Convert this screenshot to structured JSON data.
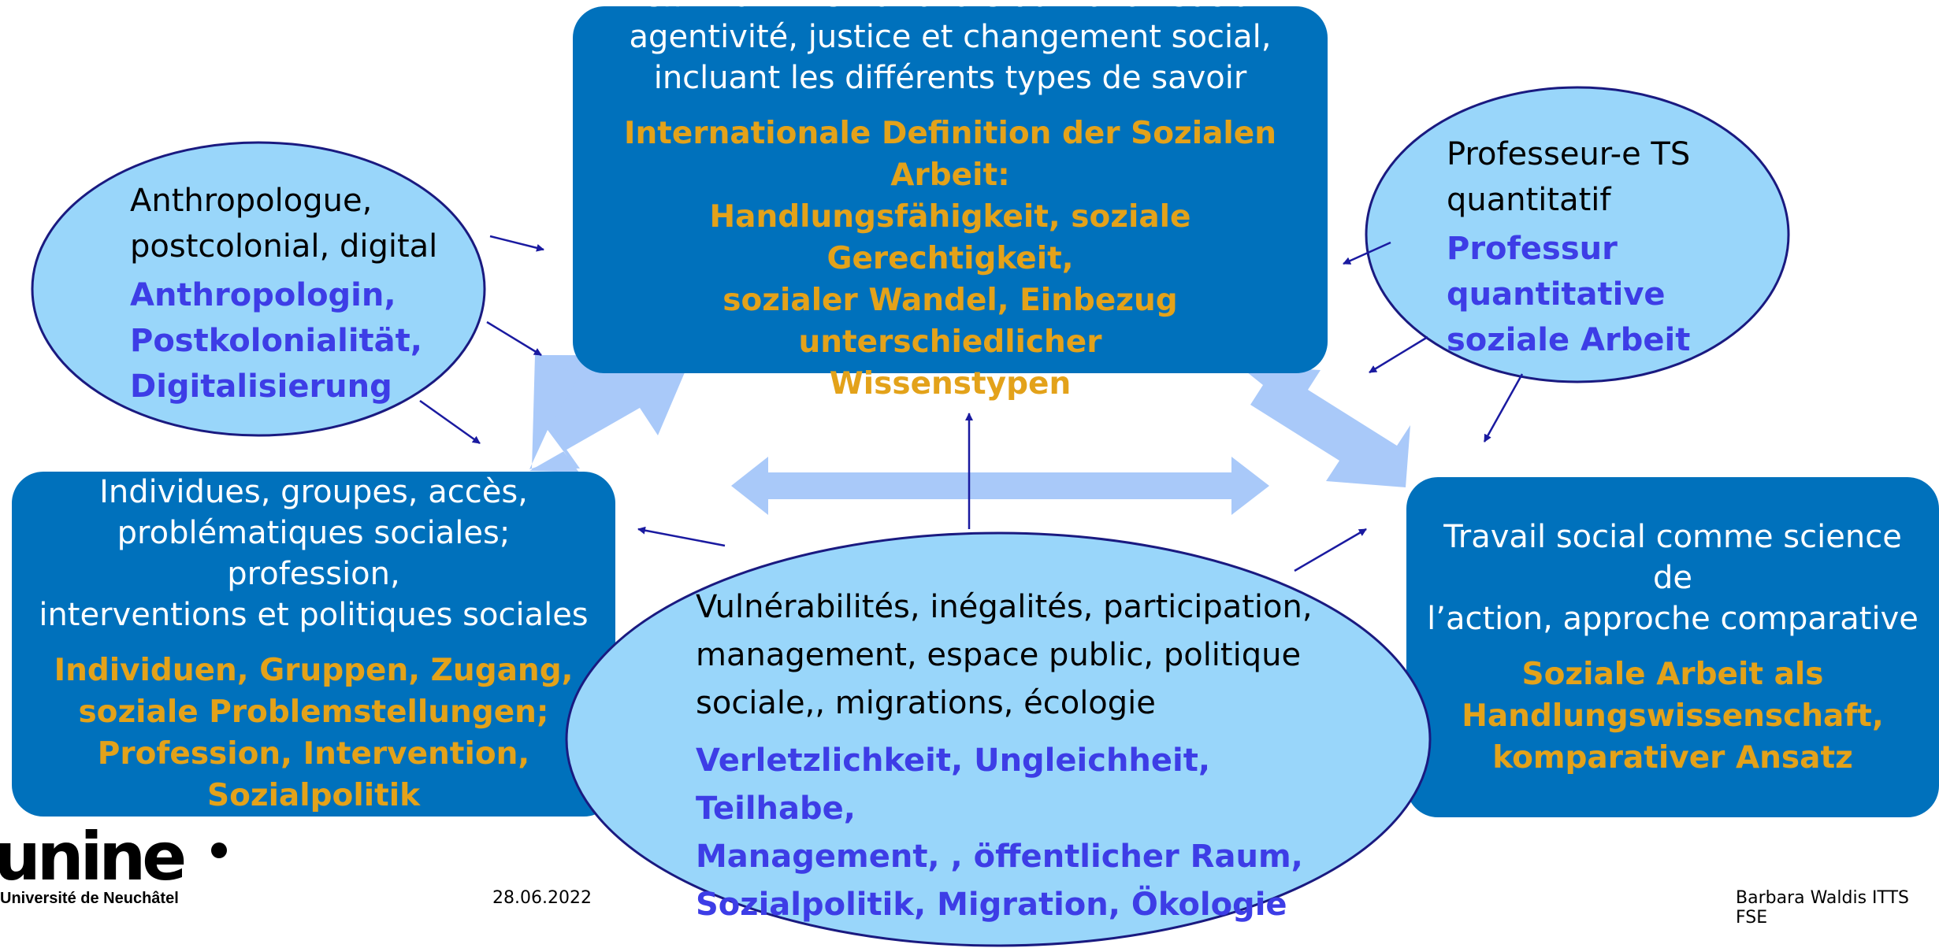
{
  "top_box": {
    "fr": [
      "Définition internationale du travail social :",
      "agentivité, justice et changement social,",
      "incluant les différents types de savoir"
    ],
    "de": [
      "Internationale Definition der Sozialen Arbeit:",
      "Handlungsfähigkeit, soziale Gerechtigkeit,",
      "sozialer Wandel, Einbezug unterschiedlicher",
      "Wissenstypen"
    ]
  },
  "left_box": {
    "fr": [
      "Individues, groupes, accès,",
      "problématiques sociales; profession,",
      "interventions et politiques sociales"
    ],
    "de": [
      "Individuen, Gruppen, Zugang,",
      "soziale Problemstellungen;",
      "Profession, Intervention,",
      "Sozialpolitik"
    ]
  },
  "right_box": {
    "fr": [
      "Travail social comme science de",
      "l’action, approche comparative"
    ],
    "de": [
      "Soziale Arbeit als",
      "Handlungswissenschaft,",
      "komparativer Ansatz"
    ]
  },
  "left_ellipse": {
    "fr": [
      "Anthropologue,",
      "postcolonial, digital"
    ],
    "de": [
      "Anthropologin,",
      "Postkolonialität,",
      "Digitalisierung"
    ]
  },
  "right_ellipse": {
    "fr": [
      "Professeur-e TS",
      "quantitatif"
    ],
    "de": [
      "Professur",
      "quantitative",
      "soziale Arbeit"
    ]
  },
  "center_ellipse": {
    "fr": [
      "Vulnérabilités, inégalités, participation,",
      "management, espace public, politique",
      "sociale,, migrations, écologie"
    ],
    "de": [
      "Verletzlichkeit, Ungleichheit, Teilhabe,",
      "Management, , öffentlicher Raum,",
      "Sozialpolitik, Migration, Ökologie"
    ]
  },
  "footer": {
    "logo_text": "unine",
    "logo_subtitle": "Université de Neuchâtel",
    "date": "28.06.2022",
    "author": "Barbara Waldis ITTS FSE"
  },
  "colors": {
    "box_blue": "#0071bc",
    "ellipse_fill": "#99d6fa",
    "ellipse_stroke": "#1a1a80",
    "german_orange": "#e3a21a",
    "german_blue": "#3d3de6",
    "arrow_light": "#a9c9f9",
    "arrow_dark": "#1a1aa0"
  }
}
